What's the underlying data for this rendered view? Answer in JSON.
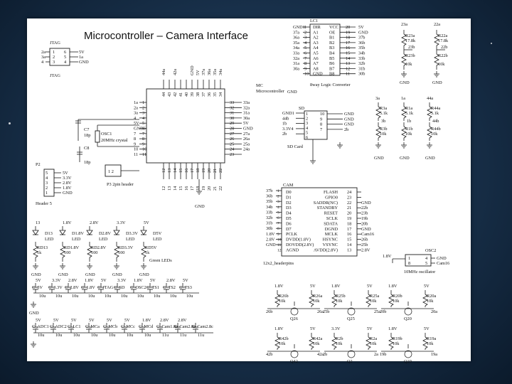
{
  "title": "Microcontroller – Camera Interface",
  "jtag": {
    "name": "JTAG",
    "name_bottom": "JTAG",
    "left_pins": [
      "2a",
      "3a",
      "4"
    ],
    "pin_nums_l": [
      "1",
      "2",
      "3"
    ],
    "pin_nums_r": [
      "6",
      "5",
      "4"
    ],
    "right_pins": [
      "5V",
      "1a",
      "GND"
    ]
  },
  "mc": {
    "name": "MC",
    "subtitle": "Microcontroller",
    "gnd": "GND",
    "left_pins": [
      [
        "1a",
        "1"
      ],
      [
        "2a",
        "2"
      ],
      [
        "3a",
        "3"
      ],
      [
        "4",
        "4"
      ],
      [
        "5V",
        "5"
      ],
      [
        "GND6",
        "6"
      ],
      [
        "7",
        "7"
      ],
      [
        "8",
        "8"
      ],
      [
        "9",
        "9"
      ],
      [
        "10",
        "10"
      ],
      [
        "11",
        "11"
      ]
    ],
    "right_pins": [
      [
        "33",
        "33a"
      ],
      [
        "32",
        "32a"
      ],
      [
        "31",
        "31a"
      ],
      [
        "30",
        "30a"
      ],
      [
        "29",
        "5V"
      ],
      [
        "28",
        "GND"
      ],
      [
        "27",
        "27a"
      ],
      [
        "26",
        "26a"
      ],
      [
        "25",
        "25a"
      ],
      [
        "24",
        "24a"
      ],
      [
        "23",
        ""
      ]
    ],
    "top_pins": [
      "44",
      "43",
      "42",
      "41",
      "40",
      "39",
      "38",
      "37",
      "36",
      "35",
      "34"
    ],
    "top_labels": [
      "44a",
      "",
      "42a",
      "",
      "",
      "GND",
      "5V",
      "37a",
      "36a",
      "35a",
      "34a"
    ],
    "bottom_pins": [
      "12",
      "13",
      "14",
      "15",
      "16",
      "17",
      "18",
      "19",
      "20",
      "21",
      "22"
    ],
    "bottom_labels": [
      "12",
      "13",
      "14",
      "15",
      "16",
      "17",
      "18",
      "19",
      "20",
      "21",
      "22"
    ],
    "bottom_nets": [
      "12 13",
      "13",
      "",
      "14",
      "15",
      "16 17",
      "",
      "18 17",
      "21 TS1",
      "2 TS2",
      "22 TS"
    ]
  },
  "osc1": {
    "name": "OSC1",
    "value": "20MHz crystal"
  },
  "c7": {
    "name": "C7",
    "value": "18p"
  },
  "c8": {
    "name": "C8",
    "value": "18p"
  },
  "p2": {
    "name": "P2",
    "footer": "Header 5",
    "nums": [
      "5",
      "4",
      "3",
      "2",
      "1"
    ],
    "nets": [
      "5V",
      "3.3V",
      "2.8V",
      "1.8V",
      "GND"
    ]
  },
  "p3": {
    "name": "P3",
    "value": "2pin header"
  },
  "leds": [
    {
      "name": "D13",
      "top": "13",
      "color": "LED",
      "res": "RD13",
      "rval": "1k"
    },
    {
      "name": "D1.8V",
      "top": "1.8V",
      "color": "LED",
      "res": "RD1.8V",
      "rval": "100"
    },
    {
      "name": "D2.8V",
      "top": "2.8V",
      "color": "LED",
      "res": "RD2.8V",
      "rval": "100"
    },
    {
      "name": "D3.3V",
      "top": "3.3V",
      "color": "LED",
      "res": "RD3.3V",
      "rval": "100"
    },
    {
      "name": "D5V",
      "top": "5V",
      "color": "LED",
      "res": "RD5V",
      "rval": "1k"
    }
  ],
  "leds_label": "Green LEDs",
  "gnd": "GND",
  "caps_row1": {
    "tops": [
      "5V",
      "3.3V",
      "2.8V",
      "1.8V",
      "5V",
      "3.3V",
      "1.8V",
      "5V",
      "2.8V",
      "5V"
    ],
    "names": [
      "C_5V",
      "C_3.3V",
      "C_2.8V",
      "C_1.8V",
      "C_JTAG",
      "C_SD",
      "C_OSC2",
      "C_TS1",
      "C_TS2",
      "C_TS3"
    ],
    "values": [
      "10u",
      "10u",
      "10u",
      "10u",
      "10u",
      "10u",
      "10u",
      "10u",
      "10u",
      "10u"
    ]
  },
  "caps_row2": {
    "tops": [
      "5V",
      "5V",
      "5V",
      "5V",
      "5V",
      "5V",
      "1.8V",
      "2.8V",
      "2.8V"
    ],
    "names": [
      "C_ADC1",
      "C_ADC2",
      "C_LC1",
      "C_MCa",
      "C_MCb",
      "C_MCc",
      "C_MCd",
      "C_Cam1.8a",
      "C_Cam2.8a",
      "C_Cam2.8c"
    ],
    "values": [
      "10u",
      "10u",
      "10u",
      "10u",
      "10u",
      "10u",
      "10u",
      "11u",
      "11u",
      "11u"
    ]
  },
  "lc1": {
    "name": "LC1",
    "footer": "8way Logic Converter",
    "gnd": "GND",
    "left_nets": [
      "GND1",
      "37a",
      "36a",
      "35a",
      "34a",
      "33a",
      "32a",
      "31a",
      "30a"
    ],
    "left_nums": [
      "1",
      "2",
      "3",
      "4",
      "5",
      "6",
      "7",
      "8",
      "9",
      "10"
    ],
    "pins_l": [
      "DIR",
      "A1",
      "A2",
      "A3",
      "A4",
      "A5",
      "A6",
      "A7",
      "A8",
      "GND"
    ],
    "pins_r": [
      "VCC",
      "OE",
      "B1",
      "B2",
      "B3",
      "B4",
      "B5",
      "B6",
      "B7",
      "B8"
    ],
    "right_nums": [
      "20",
      "19",
      "18",
      "17",
      "16",
      "15",
      "14",
      "13",
      "12",
      "11"
    ],
    "right_nets": [
      "5V",
      "GND",
      "37b",
      "36b",
      "35b",
      "34b",
      "33b",
      "32b",
      "31b",
      "30b"
    ]
  },
  "res_top": [
    {
      "top": "23a",
      "name": "R23a",
      "val": "17.8k",
      "net": "23b",
      "name2": "R23b",
      "val2": "10k"
    },
    {
      "top": "22a",
      "name": "R22a",
      "val": "17.8k",
      "net": "22b",
      "name2": "R22b",
      "val2": "10k"
    }
  ],
  "sd": {
    "name": "SD",
    "footer": "SD Card",
    "left_nets": [
      "GND1",
      "44b",
      "1b",
      "3.3V4",
      "2b"
    ],
    "nums_l": [
      "1",
      "2",
      "3",
      "4",
      "5",
      "6"
    ],
    "nums_r": [
      "10",
      "9",
      "8",
      "7"
    ],
    "right_nets": [
      "GND",
      "GND",
      "GND",
      "2b"
    ]
  },
  "res_mid": [
    {
      "top": "3a",
      "name": "R3a",
      "val": "5.1k",
      "net": "3b",
      "name2": "R3b",
      "val2": "10k"
    },
    {
      "top": "1a",
      "name": "R1a",
      "val": "5.1k",
      "net": "1b",
      "name2": "R1b",
      "val2": "10k"
    },
    {
      "top": "44a",
      "name": "R44a",
      "val": "5.1k",
      "net": "44b",
      "name2": "R44b",
      "val2": "10k"
    }
  ],
  "cam": {
    "name": "CAM",
    "footer": "12x2_headerpins",
    "left_nets": [
      "37b",
      "36b",
      "35b",
      "34b",
      "33b",
      "32b",
      "31b",
      "30b",
      "1.8V",
      "2.8V",
      "GND"
    ],
    "left_nums": [
      "1",
      "2",
      "3",
      "4",
      "5",
      "6",
      "7",
      "8",
      "9",
      "10",
      "11",
      "12"
    ],
    "pins_l": [
      "D0",
      "D1",
      "D2",
      "D3",
      "D4",
      "D5",
      "D6",
      "D7",
      "PCLK",
      "DVDD(1.8V)",
      "DOVDD(2.8V)",
      "AGND"
    ],
    "pins_r": [
      "FLASH",
      "GPIO0",
      "SADDR(NC)",
      "STANDBY",
      "RESET",
      "SCLK",
      "SDATA",
      "DGND",
      "MCLK",
      "HSYNC",
      "VSYNC",
      "AVDD(2.8V)"
    ],
    "right_nums": [
      "24",
      "23",
      "22",
      "21",
      "20",
      "19",
      "18",
      "17",
      "16",
      "15",
      "14",
      "13"
    ],
    "right_nets": [
      "",
      "",
      "GND",
      "22b",
      "23b",
      "19b",
      "20b",
      "GND",
      "Cam16",
      "26b",
      "25b",
      "2.8V"
    ]
  },
  "osc2": {
    "name": "OSC2",
    "footer": "10MHz oscillator",
    "l_top": "1.8V",
    "l_nums": [
      "1",
      "8"
    ],
    "r_nums": [
      "4",
      "5"
    ],
    "r_nets": [
      "GND",
      "Cam16"
    ]
  },
  "transistors": [
    {
      "q": "Q26",
      "gate": "26a",
      "src": "26b",
      "r1": "R26b",
      "r1v": "10k",
      "r2": "R26a",
      "r2v": "10k",
      "lv": "1.8V",
      "rv": "5V"
    },
    {
      "q": "Q25",
      "gate": "25a",
      "src": "25b",
      "r1": "R25b",
      "r1v": "10k",
      "r2": "R25a",
      "r2v": "10k",
      "lv": "1.8V",
      "rv": "5V"
    },
    {
      "q": "Q20",
      "gate": "20a",
      "src": "20b",
      "r1": "R20b",
      "r1v": "10k",
      "r2": "R20a",
      "r2v": "10k",
      "lv": "1.8V",
      "rv": "5V"
    },
    {
      "q": "Q42",
      "gate": "42a",
      "src": "42b",
      "r1": "R42b",
      "r1v": "10k",
      "r2": "R42a",
      "r2v": "10k",
      "lv": "1.8V",
      "rv": "5V"
    },
    {
      "q": "Q2",
      "gate": "2a",
      "src": "2b",
      "r1": "R2b",
      "r1v": "10k",
      "r2": "R2a",
      "r2v": "10k",
      "lv": "3.3V",
      "rv": "5V"
    },
    {
      "q": "Q19",
      "gate": "19a",
      "src": "19b",
      "r1": "R19b",
      "r1v": "10k",
      "r2": "R19a",
      "r2v": "10k",
      "lv": "1.8V",
      "rv": "5V"
    }
  ]
}
